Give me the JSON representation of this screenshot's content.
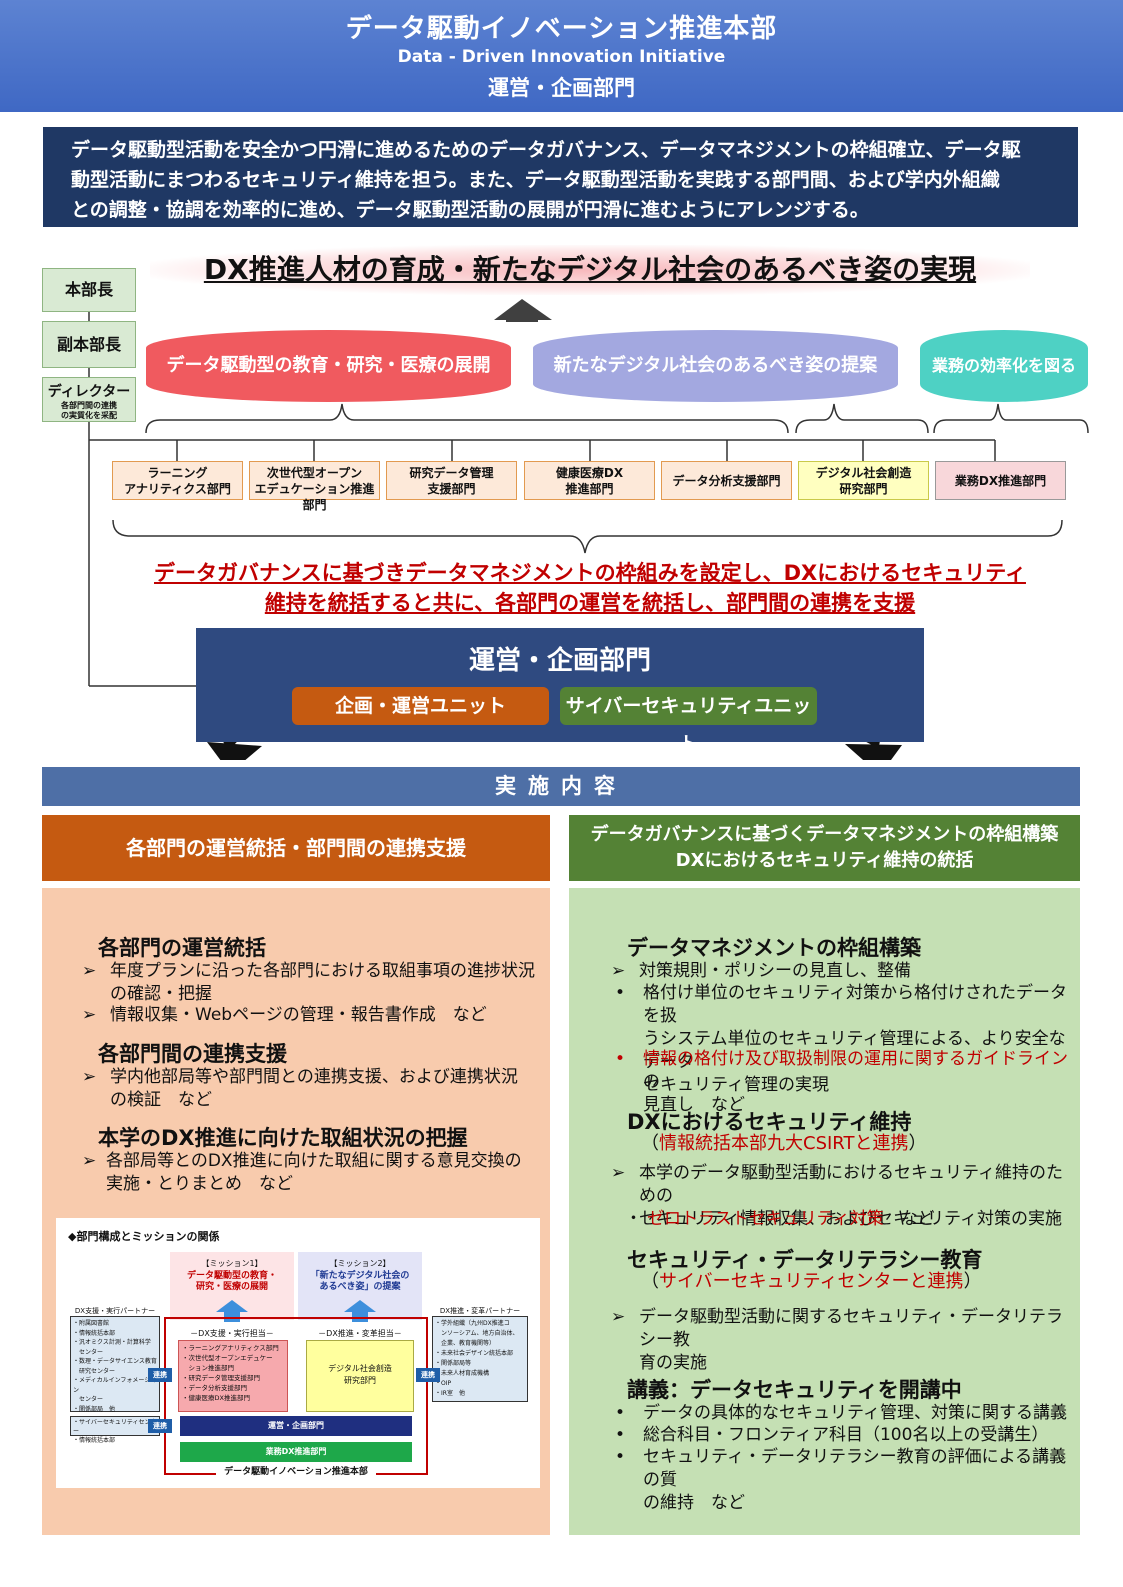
{
  "header": {
    "title_ja": "データ駆動イノベーション推進本部",
    "title_en": "Data - Driven Innovation Initiative",
    "subtitle": "運営・企画部門"
  },
  "intro": {
    "lines": [
      "データ駆動型活動を安全かつ円滑に進めるためのデータガバナンス、データマネジメントの枠組確立、データ駆",
      "動型活動にまつわるセキュリティ維持を担う。また、データ駆動型活動を実践する部門間、および学内外組織",
      "との調整・協調を効率的に進め、データ駆動型活動の展開が円滑に進むようにアレンジする。"
    ]
  },
  "roles": {
    "head": "本部長",
    "vice": "副本部長",
    "director": "ディレクター",
    "director_note1": "各部門間の連携",
    "director_note2": "の実質化を采配"
  },
  "dx_title": "DX推進人材の育成・新たなデジタル社会のあるべき姿の実現",
  "missions": [
    {
      "label": "データ駆動型の教育・研究・医療の展開",
      "color": "#f05a5f"
    },
    {
      "label": "新たなデジタル社会のあるべき姿の提案",
      "color": "#a3a8e0"
    },
    {
      "label": "業務の効率化を図る",
      "color": "#4ed1c4"
    }
  ],
  "departments": [
    {
      "l1": "ラーニング",
      "l2": "アナリティクス部門",
      "bg": "#fde9d9"
    },
    {
      "l1": "次世代型オープン",
      "l2": "エデュケーション推進部門",
      "bg": "#fde9d9"
    },
    {
      "l1": "研究データ管理",
      "l2": "支援部門",
      "bg": "#fde9d9"
    },
    {
      "l1": "健康医療DX",
      "l2": "推進部門",
      "bg": "#fde9d9"
    },
    {
      "l1": "データ分析支援部門",
      "l2": "",
      "bg": "#fde9d9"
    },
    {
      "l1": "デジタル社会創造",
      "l2": "研究部門",
      "bg": "#ffffc0"
    },
    {
      "l1": "業務DX推進部門",
      "l2": "",
      "bg": "#f8d7da"
    }
  ],
  "red_text": {
    "line1": "データガバナンスに基づきデータマネジメントの枠組みを設定し、DXにおけるセキュリティ",
    "line2": "維持を統括すると共に、各部門の運営を統括し、部門間の連携を支援"
  },
  "op_dept": {
    "title": "運営・企画部門",
    "unit1": "企画・運営ユニット",
    "unit2": "サイバーセキュリティユニット",
    "unit1_color": "#c55a11",
    "unit2_color": "#548235"
  },
  "jisshi": "実施内容",
  "left": {
    "header": "各部門の運営統括・部門間の連携支援",
    "s1_title": "各部門の運営統括",
    "s1_b1a": "年度プランに沿った各部門における取組事項の進捗状況",
    "s1_b1b": "の確認・把握",
    "s1_b2": "情報収集・Webページの管理・報告書作成　など",
    "s2_title": "各部門間の連携支援",
    "s2_b1a": "学内他部局等や部門間との連携支援、および連携状況",
    "s2_b1b": "の検証　など",
    "s3_title": "本学のDX推進に向けた取組状況の把握",
    "s3_b1a": "各部局等とのDX推進に向けた取組に関する意見交換の",
    "s3_b1b": "実施・とりまとめ　など"
  },
  "right": {
    "header1": "データガバナンスに基づくデータマネジメントの枠組構築",
    "header2": "DXにおけるセキュリティ維持の統括",
    "s1_title": "データマネジメントの枠組構築",
    "s1_b1": "対策規則・ポリシーの見直し、整備",
    "s1_b2a": "格付け単位のセキュリティ対策から格付けされたデータを扱",
    "s1_b2b": "うシステム単位のセキュリティ管理による、より安全なデータ",
    "s1_b2c": "セキュリティ管理の実現",
    "s1_b3red": "情報の格付け及び取扱制限の運用に関するガイドライン",
    "s1_b3a": "の",
    "s1_b3b": "見直し　など",
    "s2_title": "DXにおけるセキュリティ維持",
    "s2_sub_open": "（",
    "s2_sub_red": "情報統括本部九大CSIRTと連携",
    "s2_sub_close": "）",
    "s2_b1a": "本学のデータ駆動型活動におけるセキュリティ維持のための",
    "s2_b1b": "セキュリティ情報収集、およびセキュリティ対策の実施",
    "s2_b2red": "ゼロトラストセキュリティ対策",
    "s2_b2": "　など",
    "s3_title": "セキュリティ・データリテラシー教育",
    "s3_sub_red": "サイバーセキュリティセンターと連携",
    "s3_b1a": "データ駆動型活動に関するセキュリティ・データリテラシー教",
    "s3_b1b": "育の実施",
    "s4_title": "講義：データセキュリティを開講中",
    "s4_b1": "データの具体的なセキュリティ管理、対策に関する講義",
    "s4_b2": "総合科目・フロンティア科目（100名以上の受講生）",
    "s4_b3a": "セキュリティ・データリテラシー教育の評価による講義の質",
    "s4_b3b": "の維持　など"
  },
  "inset": {
    "title": "◆部門構成とミッションの関係",
    "m1_tag": "【ミッション1】",
    "m1_l1": "データ駆動型の教育・",
    "m1_l2": "研究・医療の展開",
    "m2_tag": "【ミッション2】",
    "m2_l1": "「新たなデジタル社会の",
    "m2_l2": "あるべき姿」の提案",
    "sup_label": "－DX支援・実行担当－",
    "pro_label": "－DX推進・変革担当－",
    "sup_items": [
      "・ラーニングアナリティクス部門",
      "・次世代型オープンエデュケー",
      "　ション推進部門",
      "・研究データ管理支援部門",
      "・データ分析支援部門",
      "・健康医療DX推進部門"
    ],
    "pro_l1": "デジタル社会創造",
    "pro_l2": "研究部門",
    "lp_title": "DX支援・実行パートナー",
    "lp_items": [
      "・附属図書館",
      "・情報統括本部",
      "・汎オミクス計測・計算科学",
      "　センター",
      "・数理・データサイエンス教育",
      "　研究センター",
      "・メディカルインフォメーション",
      "　センター",
      "・関係部局　他"
    ],
    "lp2_items": [
      "・サイバーセキュリティセンター",
      "・情報統括本部"
    ],
    "rp_title": "DX推進・変革パートナー",
    "rp_items": [
      "・学外組織（九州DX推進コ",
      "　ンソーシアム、地方自治体、",
      "　企業、教育機関等）",
      "・未来社会デザイン統括本部",
      "・関係部局等",
      "・未来人材育成機構",
      "・OIP",
      "・IR室　他"
    ],
    "renkei": "連携",
    "op_bar": "運営・企画部門",
    "gyomu_bar": "業務DX推進部門",
    "hq": "データ駆動イノベーション推進本部"
  }
}
